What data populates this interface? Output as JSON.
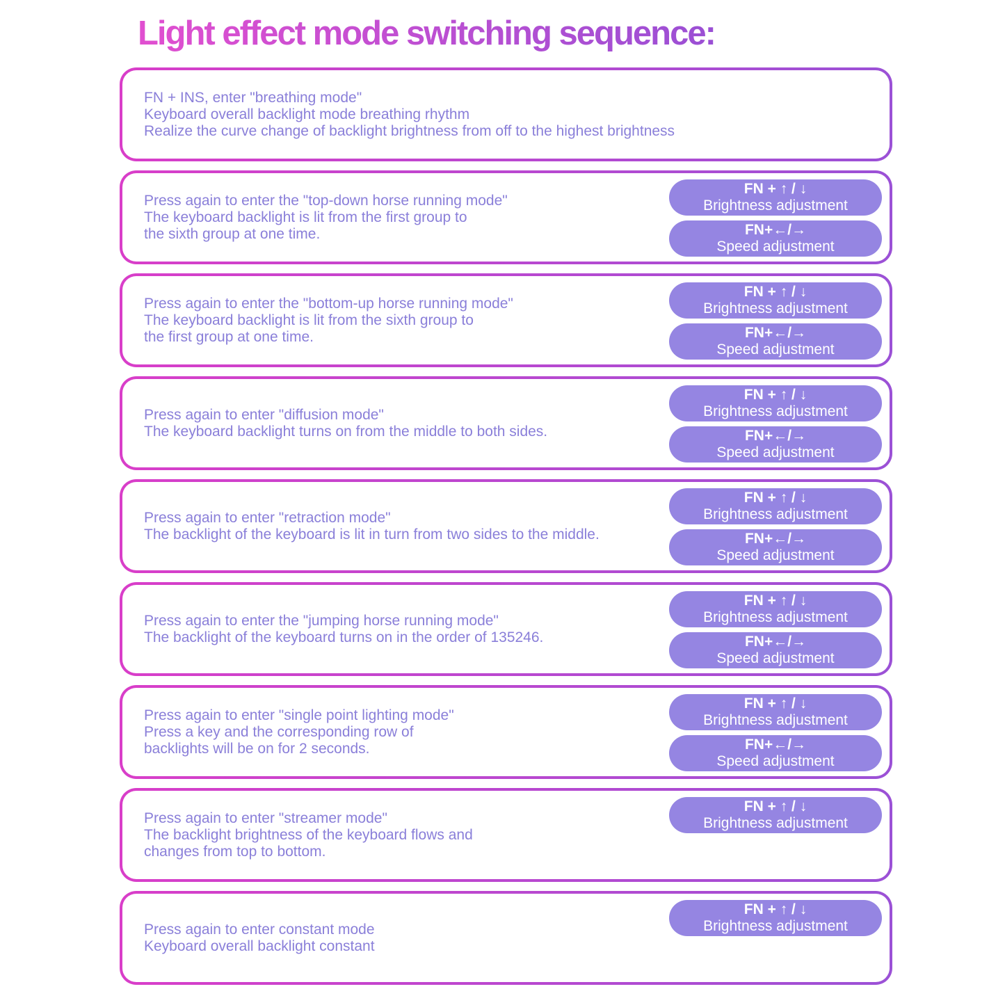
{
  "page": {
    "title": "Light effect mode switching sequence:"
  },
  "colors": {
    "page_background": "#ffffff",
    "title_gradient_left": "#e14fd0",
    "title_gradient_right": "#9a4fd4",
    "card_border_left": "#d93ec9",
    "card_border_right": "#9b51d6",
    "card_background": "#ffffff",
    "body_text": "#8a7fd9",
    "pill_background": "#9585e2",
    "pill_text": "#ffffff"
  },
  "shortcut_pills": {
    "brightness": {
      "keys": "FN + ↑ / ↓",
      "label": "Brightness adjustment"
    },
    "speed": {
      "keys": "FN+←/→",
      "label": "Speed adjustment"
    }
  },
  "modes": [
    {
      "lines": [
        "FN + INS, enter \"breathing mode\"",
        "Keyboard overall backlight mode breathing rhythm",
        "Realize the curve change of backlight brightness from off to the highest brightness"
      ],
      "pills": []
    },
    {
      "lines": [
        "Press again to enter the \"top-down horse running mode\"",
        "The keyboard backlight is lit from the first group to",
        "the sixth group at one time."
      ],
      "pills": [
        "brightness",
        "speed"
      ]
    },
    {
      "lines": [
        "Press again to enter the \"bottom-up horse running mode\"",
        "The keyboard backlight is lit from the sixth group to",
        "the first group at one time."
      ],
      "pills": [
        "brightness",
        "speed"
      ]
    },
    {
      "lines": [
        "Press again to enter \"diffusion mode\"",
        "The keyboard backlight turns on from the middle to both sides."
      ],
      "pills": [
        "brightness",
        "speed"
      ]
    },
    {
      "lines": [
        "Press again to enter \"retraction mode\"",
        "The backlight of the keyboard is lit in turn from two sides to the middle."
      ],
      "pills": [
        "brightness",
        "speed"
      ]
    },
    {
      "lines": [
        "Press again to enter the \"jumping horse running mode\"",
        "The backlight of the keyboard turns on in the order of 135246."
      ],
      "pills": [
        "brightness",
        "speed"
      ]
    },
    {
      "lines": [
        "Press again to enter \"single point lighting mode\"",
        "Press a key and the corresponding row of",
        "backlights will be on for 2 seconds."
      ],
      "pills": [
        "brightness",
        "speed"
      ]
    },
    {
      "lines": [
        "Press again to enter \"streamer mode\"",
        "The backlight brightness of the keyboard flows and",
        "changes from top to bottom."
      ],
      "pills": [
        "brightness"
      ]
    },
    {
      "lines": [
        "Press again to enter constant mode",
        "Keyboard overall backlight constant"
      ],
      "pills": [
        "brightness"
      ]
    }
  ]
}
